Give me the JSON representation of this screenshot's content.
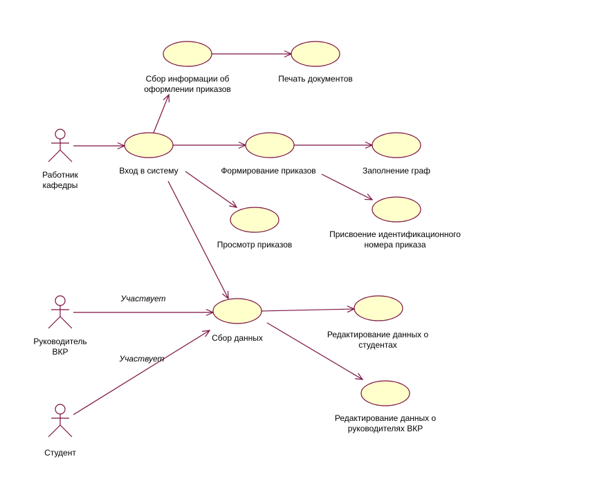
{
  "diagram": {
    "type": "use-case",
    "colors": {
      "stroke": "#7a1040",
      "fill": "#ffffcc",
      "text": "#000000"
    },
    "actors": [
      {
        "id": "worker",
        "label": "Работник\nкафедры"
      },
      {
        "id": "supervisor",
        "label": "Руководитель\nВКР"
      },
      {
        "id": "student",
        "label": "Студент"
      }
    ],
    "use_cases": [
      {
        "id": "collect_info",
        "label": "Сбор информации об\nоформлении приказов"
      },
      {
        "id": "print_docs",
        "label": "Печать документов"
      },
      {
        "id": "login",
        "label": "Вход в систему"
      },
      {
        "id": "form_orders",
        "label": "Формирование приказов"
      },
      {
        "id": "fill_fields",
        "label": "Заполнение граф"
      },
      {
        "id": "assign_id",
        "label": "Присвоение идентификационного\nномера приказа"
      },
      {
        "id": "view_orders",
        "label": "Просмотр приказов"
      },
      {
        "id": "collect_data",
        "label": "Сбор данных"
      },
      {
        "id": "edit_students",
        "label": "Редактирование данных о\nстудентах"
      },
      {
        "id": "edit_supervisors",
        "label": "Редактирование данных о\nруководителях ВКР"
      }
    ],
    "relations": [
      {
        "from": "worker",
        "to": "login",
        "label": ""
      },
      {
        "from": "login",
        "to": "collect_info",
        "label": ""
      },
      {
        "from": "collect_info",
        "to": "print_docs",
        "label": ""
      },
      {
        "from": "login",
        "to": "form_orders",
        "label": ""
      },
      {
        "from": "form_orders",
        "to": "fill_fields",
        "label": ""
      },
      {
        "from": "form_orders",
        "to": "assign_id",
        "label": ""
      },
      {
        "from": "login",
        "to": "view_orders",
        "label": ""
      },
      {
        "from": "login",
        "to": "collect_data",
        "label": ""
      },
      {
        "from": "supervisor",
        "to": "collect_data",
        "label": "Участвует"
      },
      {
        "from": "student",
        "to": "collect_data",
        "label": "Участвует"
      },
      {
        "from": "collect_data",
        "to": "edit_students",
        "label": ""
      },
      {
        "from": "collect_data",
        "to": "edit_supervisors",
        "label": ""
      }
    ]
  }
}
